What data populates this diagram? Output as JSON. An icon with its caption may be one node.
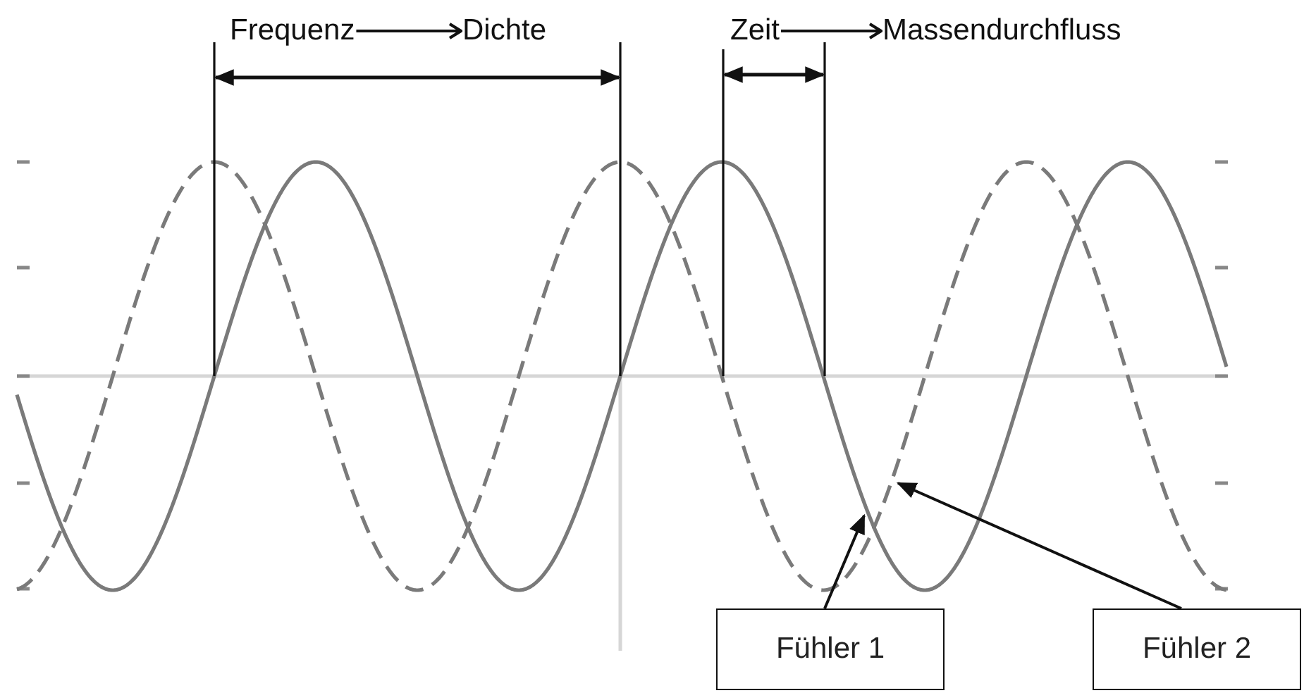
{
  "diagram": {
    "nodes": [
      {
        "text": [
          "Frequenz"
        ]
      },
      {
        "text": [
          "Dichte"
        ]
      },
      {
        "text": [
          "Zeit"
        ]
      },
      {
        "text": [
          "Massendurchfluss"
        ]
      },
      {
        "text": [
          "Fühler 1"
        ]
      },
      {
        "text": [
          "Fühler 2"
        ]
      }
    ],
    "edges": [
      {
        "from": 0,
        "to": 1,
        "arrow": "to"
      },
      {
        "from": 2,
        "to": 3,
        "arrow": "to"
      },
      {
        "from": 4,
        "to": null,
        "arrow": "to"
      },
      {
        "from": 5,
        "to": null,
        "arrow": "to"
      }
    ]
  }
}
